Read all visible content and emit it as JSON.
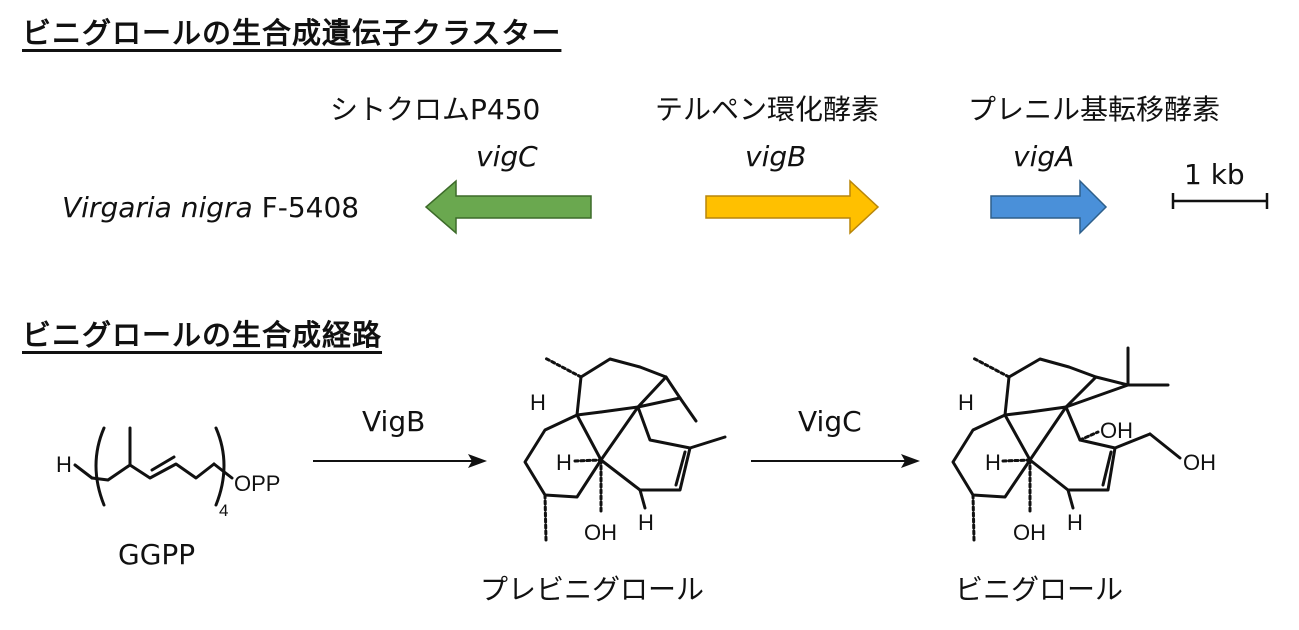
{
  "section1": {
    "title": "ビニグロールの生合成遺伝子クラスター"
  },
  "section2": {
    "title": "ビニグロールの生合成経路"
  },
  "cluster": {
    "organism_italic": "Virgaria nigra",
    "organism_strain": " F-5408",
    "genes": [
      {
        "name": "vigC",
        "function": "シトクロムP450",
        "color": "#6aa84f",
        "direction": "left"
      },
      {
        "name": "vigB",
        "function": "テルペン環化酵素",
        "color": "#ffc000",
        "direction": "right"
      },
      {
        "name": "vigA",
        "function": "プレニル基転移酵素",
        "color": "#4a90d9",
        "direction": "right"
      }
    ],
    "scale_label": "1 kb"
  },
  "pathway": {
    "substrate": "GGPP",
    "substrate_opp": "OPP",
    "substrate_h": "H",
    "repeat_subscript": "4",
    "step1_enzyme": "VigB",
    "intermediate": "プレビニグロール",
    "step2_enzyme": "VigC",
    "product": "ビニグロール",
    "atom_labels": {
      "h": "H",
      "oh": "OH"
    }
  }
}
